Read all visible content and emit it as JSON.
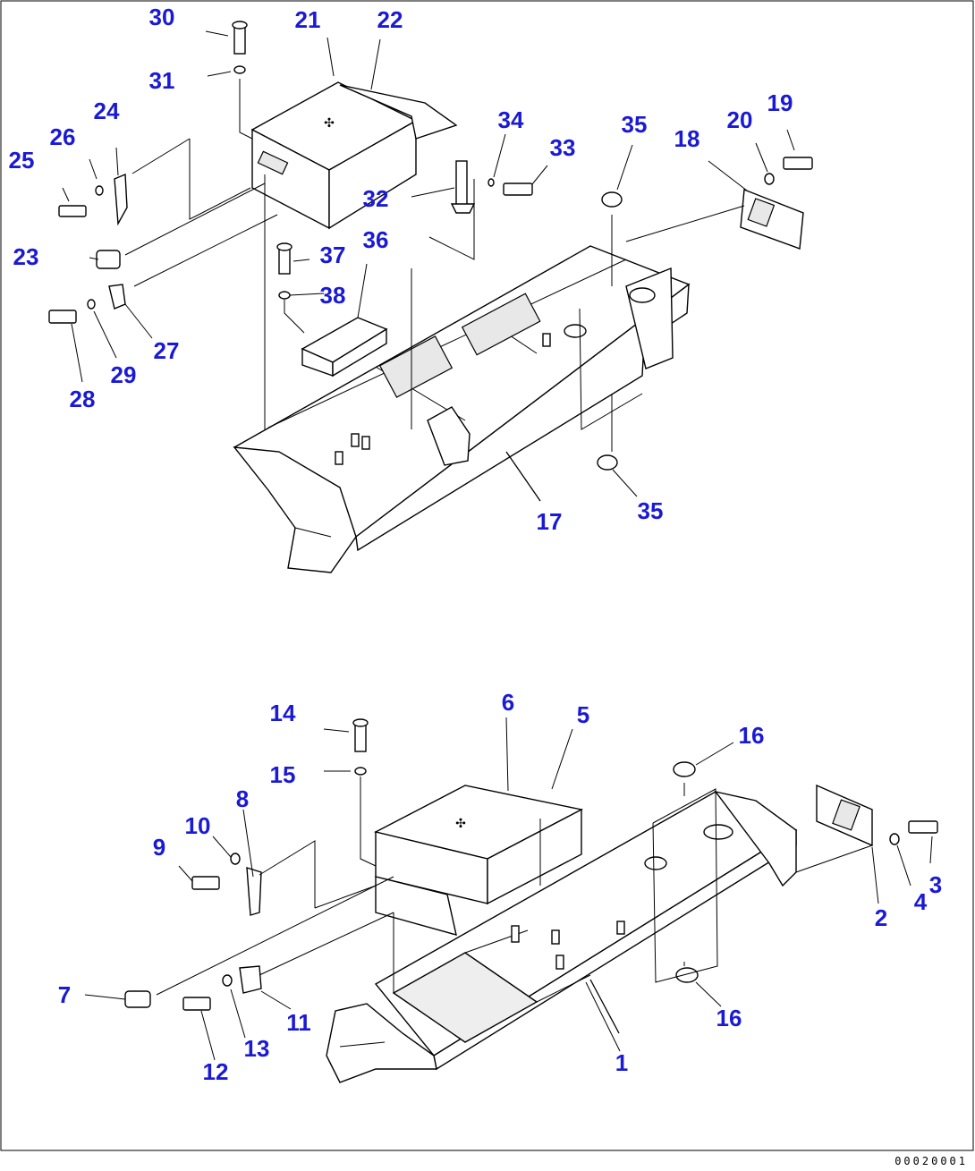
{
  "callouts": [
    {
      "id": "30",
      "label": "30"
    },
    {
      "id": "21",
      "label": "21"
    },
    {
      "id": "22",
      "label": "22"
    },
    {
      "id": "31",
      "label": "31"
    },
    {
      "id": "24",
      "label": "24"
    },
    {
      "id": "26",
      "label": "26"
    },
    {
      "id": "25",
      "label": "25"
    },
    {
      "id": "34",
      "label": "34"
    },
    {
      "id": "33",
      "label": "33"
    },
    {
      "id": "35a",
      "label": "35"
    },
    {
      "id": "18",
      "label": "18"
    },
    {
      "id": "20",
      "label": "20"
    },
    {
      "id": "19",
      "label": "19"
    },
    {
      "id": "32",
      "label": "32"
    },
    {
      "id": "23",
      "label": "23"
    },
    {
      "id": "37",
      "label": "37"
    },
    {
      "id": "36",
      "label": "36"
    },
    {
      "id": "38",
      "label": "38"
    },
    {
      "id": "27",
      "label": "27"
    },
    {
      "id": "29",
      "label": "29"
    },
    {
      "id": "28",
      "label": "28"
    },
    {
      "id": "17",
      "label": "17"
    },
    {
      "id": "35b",
      "label": "35"
    },
    {
      "id": "6",
      "label": "6"
    },
    {
      "id": "5",
      "label": "5"
    },
    {
      "id": "14",
      "label": "14"
    },
    {
      "id": "16a",
      "label": "16"
    },
    {
      "id": "15",
      "label": "15"
    },
    {
      "id": "8",
      "label": "8"
    },
    {
      "id": "10",
      "label": "10"
    },
    {
      "id": "9",
      "label": "9"
    },
    {
      "id": "3",
      "label": "3"
    },
    {
      "id": "4",
      "label": "4"
    },
    {
      "id": "2",
      "label": "2"
    },
    {
      "id": "7",
      "label": "7"
    },
    {
      "id": "11",
      "label": "11"
    },
    {
      "id": "13",
      "label": "13"
    },
    {
      "id": "16b",
      "label": "16"
    },
    {
      "id": "12",
      "label": "12"
    },
    {
      "id": "1",
      "label": "1"
    }
  ],
  "drawing_code": "00020001"
}
